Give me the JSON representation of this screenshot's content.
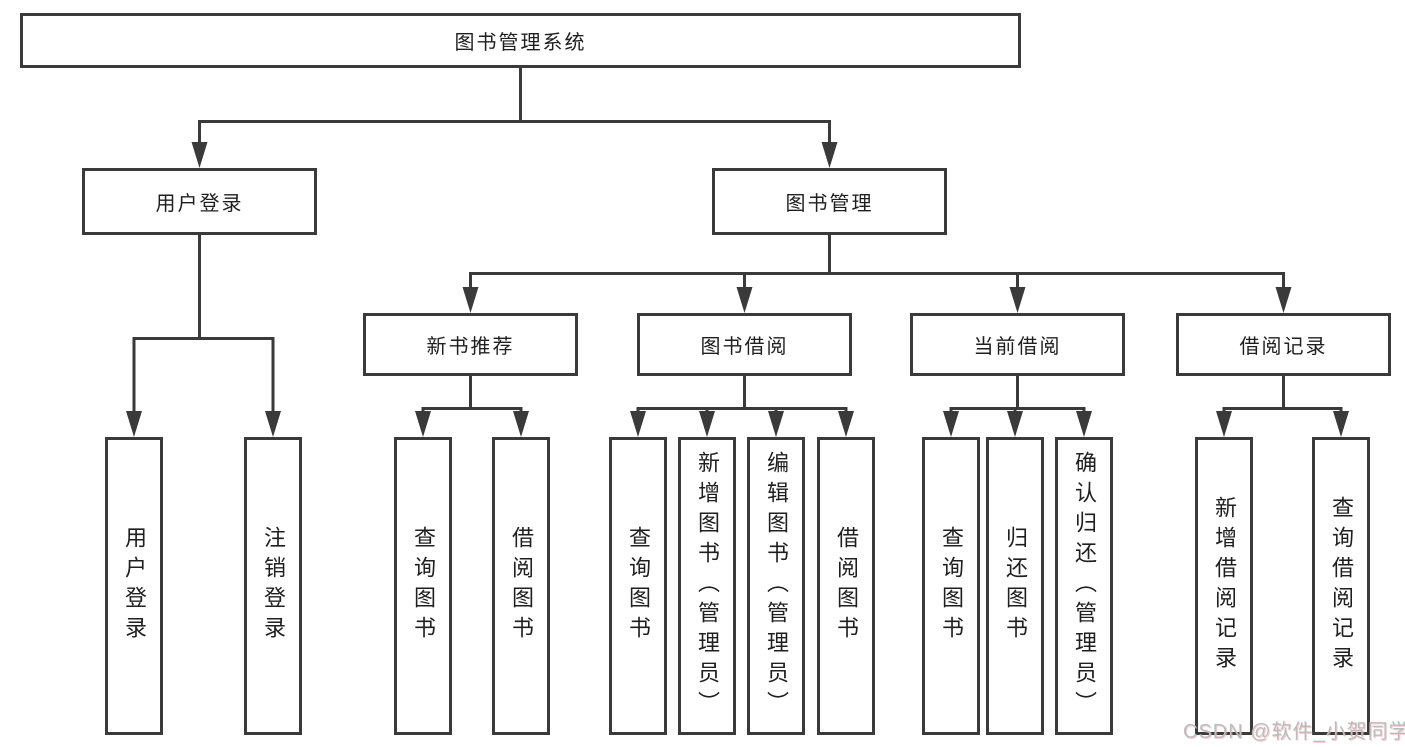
{
  "colors": {
    "line": "#3a3a3a",
    "text": "#1f1f1f",
    "watermark": "#bcbcbc"
  },
  "diagram": {
    "root": {
      "label": "图书管理系统",
      "children": [
        {
          "label": "用户登录",
          "children": [
            {
              "label": "用户登录"
            },
            {
              "label": "注销登录"
            }
          ]
        },
        {
          "label": "图书管理",
          "children": [
            {
              "label": "新书推荐",
              "children": [
                {
                  "label": "查询图书"
                },
                {
                  "label": "借阅图书"
                }
              ]
            },
            {
              "label": "图书借阅",
              "children": [
                {
                  "label": "查询图书"
                },
                {
                  "label": "新增图书（管理员）"
                },
                {
                  "label": "编辑图书（管理员）"
                },
                {
                  "label": "借阅图书"
                }
              ]
            },
            {
              "label": "当前借阅",
              "children": [
                {
                  "label": "查询图书"
                },
                {
                  "label": "归还图书"
                },
                {
                  "label": "确认归还（管理员）"
                }
              ]
            },
            {
              "label": "借阅记录",
              "children": [
                {
                  "label": "新增借阅记录"
                },
                {
                  "label": "查询借阅记录"
                }
              ]
            }
          ]
        }
      ]
    }
  },
  "watermark": {
    "text": "CSDN @软件_小贺同学"
  }
}
